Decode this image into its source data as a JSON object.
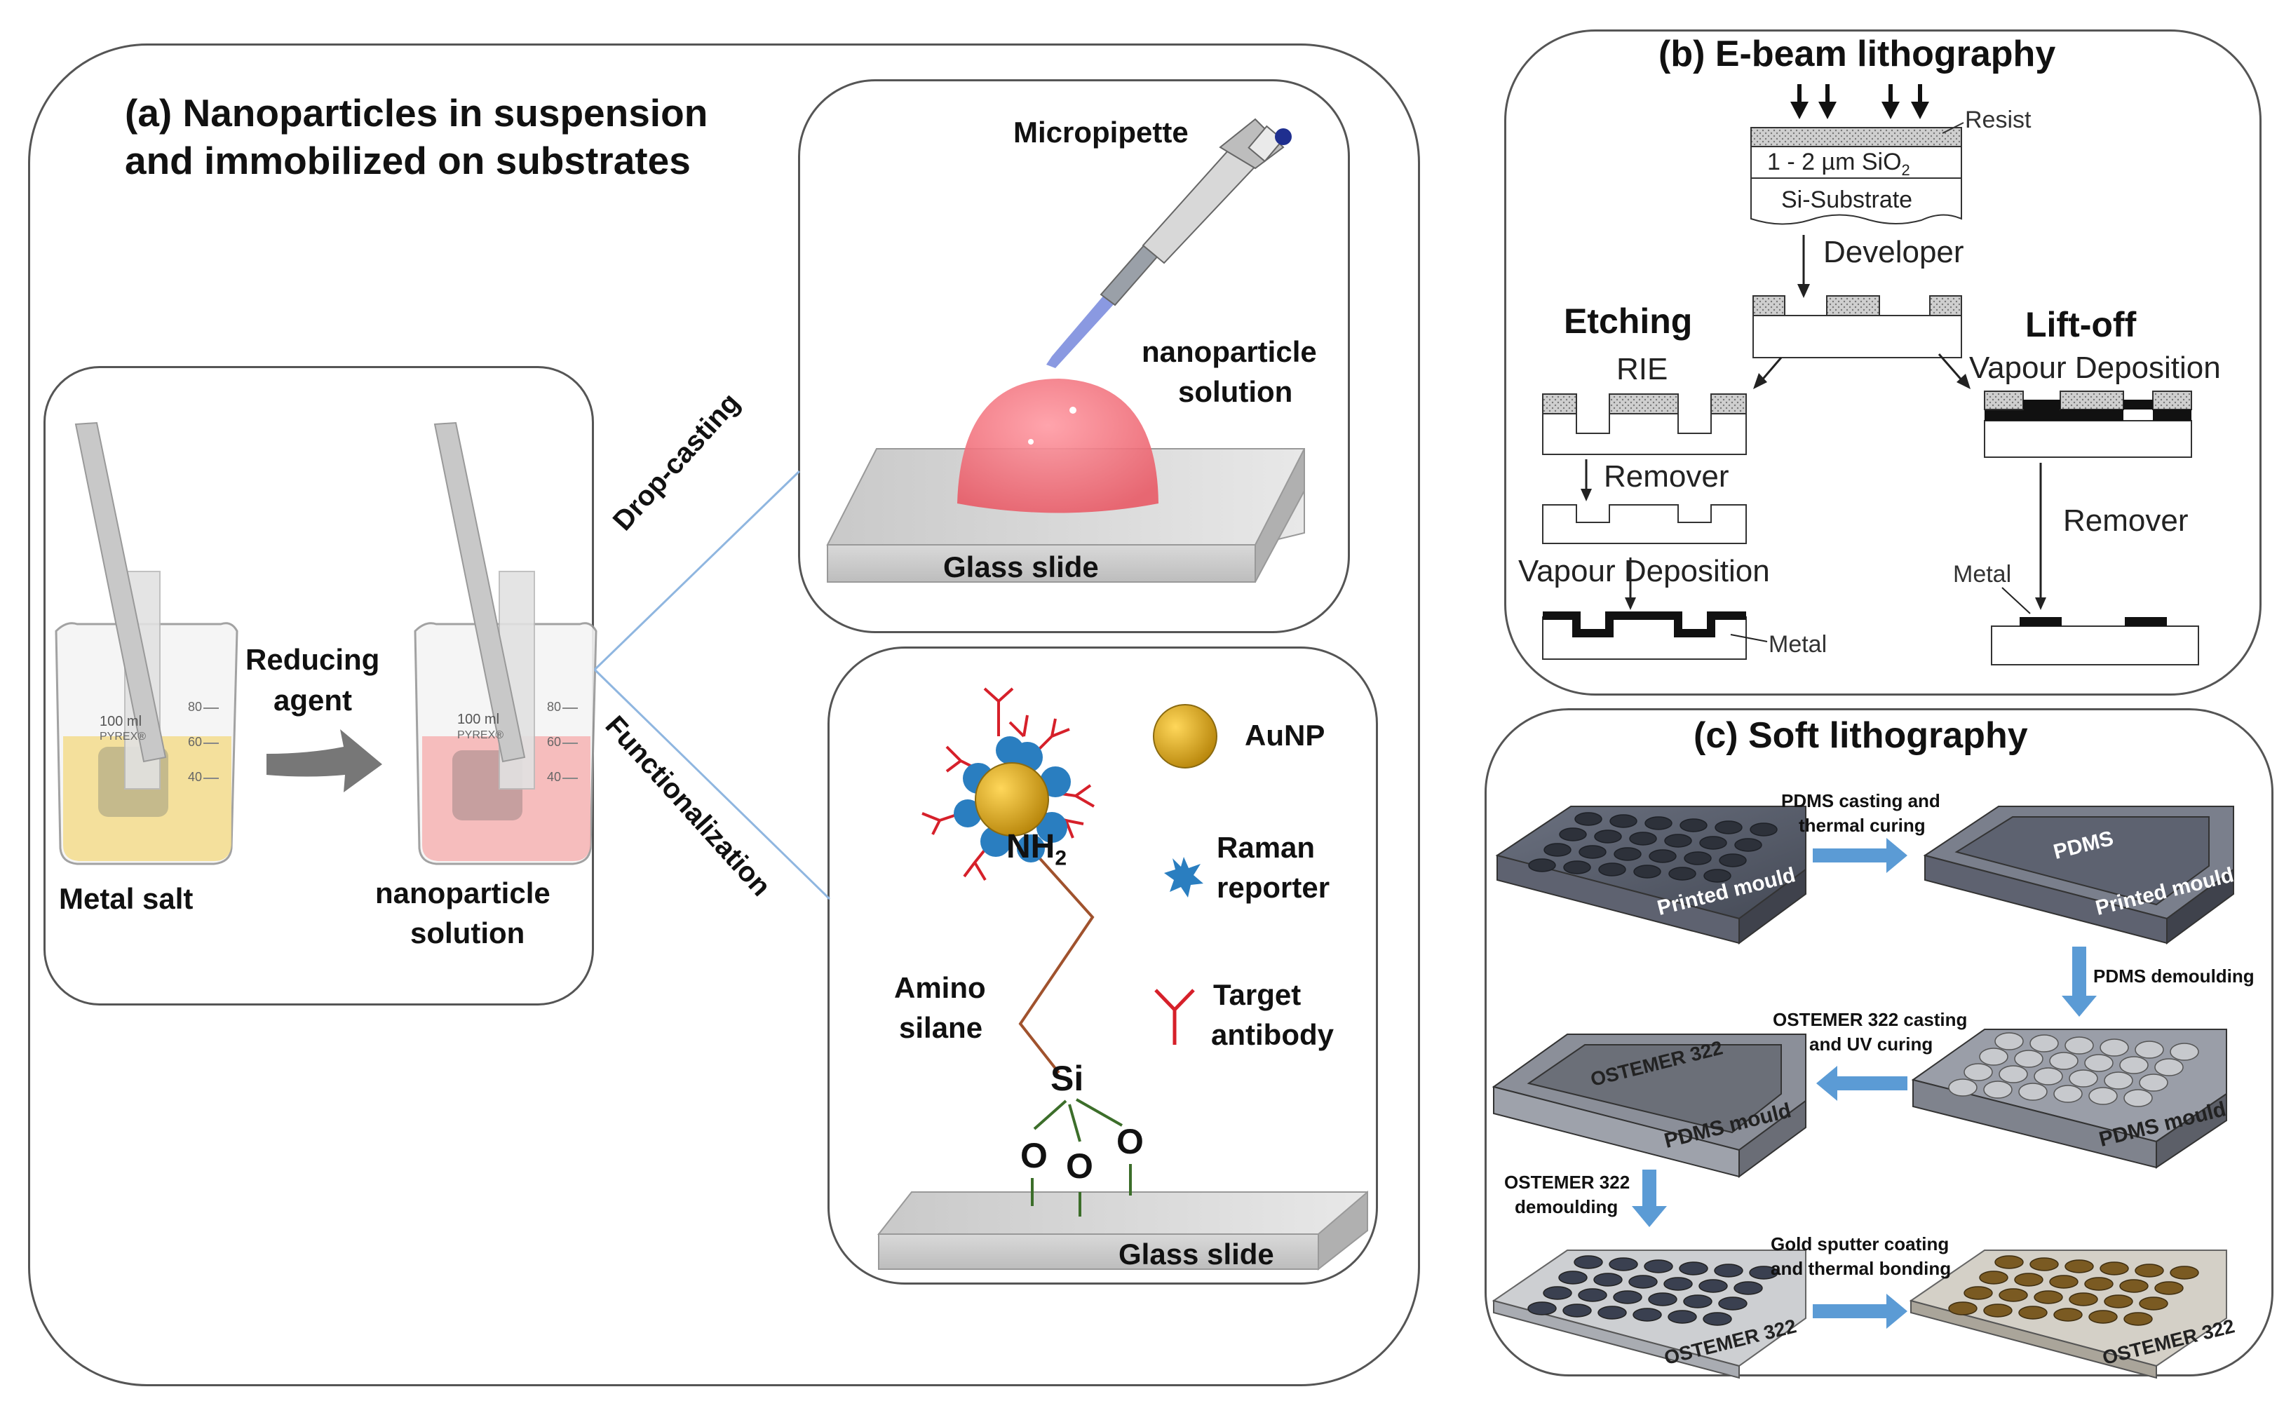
{
  "panel_a": {
    "title_line1": "(a)  Nanoparticles  in  suspension",
    "title_line2": "and immobilized  on substrates",
    "reducing_agent_line1": "Reducing",
    "reducing_agent_line2": "agent",
    "metal_salt": "Metal  salt",
    "np_solution_line1": "nanoparticle",
    "np_solution_line2": "solution",
    "beaker_volume": "100 ml",
    "beaker_brand": "PYREX®",
    "beaker_marks": [
      "80",
      "60",
      "40"
    ],
    "drop_casting": "Drop-casting",
    "functionalization": "Functionalization",
    "micropipette": "Micropipette",
    "drop_np_line1": "nanoparticle",
    "drop_np_line2": "solution",
    "glass_slide_top": "Glass  slide",
    "glass_slide_bottom": "Glass  slide",
    "nh2_main": "NH",
    "nh2_sub": "2",
    "amino_line1": "Amino",
    "amino_line2": "silane",
    "si": "Si",
    "oxygen": "O",
    "legend_aunp": "AuNP",
    "legend_raman_line1": "Raman",
    "legend_raman_line2": "reporter",
    "legend_target_line1": "Target",
    "legend_target_line2": "antibody"
  },
  "panel_b": {
    "title": "(b) E-beam lithography",
    "resist": "Resist",
    "sio2_main": "1 - 2 µm SiO",
    "sio2_sub": "2",
    "substrate": "Si-Substrate",
    "developer": "Developer",
    "etching": "Etching",
    "rie": "RIE",
    "remover_left": "Remover",
    "vapour_left": "Vapour Deposition",
    "metal_left": "Metal",
    "liftoff": "Lift-off",
    "vapour_right": "Vapour Deposition",
    "remover_right": "Remover",
    "metal_right": "Metal"
  },
  "panel_c": {
    "title": "(c) Soft lithography",
    "step1_line1": "PDMS casting and",
    "step1_line2": "thermal curing",
    "step2": "PDMS demoulding",
    "step3_line1": "OSTEMER 322 casting",
    "step3_line2": "and UV curing",
    "step4_line1": "OSTEMER 322",
    "step4_line2": "demoulding",
    "step5_line1": "Gold sputter coating",
    "step5_line2": "and thermal bonding",
    "label_printed_mould_1": "Printed mould",
    "label_printed_mould_2": "Printed mould",
    "label_pdms_top": "PDMS",
    "label_pdms_mould_1": "PDMS mould",
    "label_pdms_mould_2": "PDMS mould",
    "label_ostemer_top": "OSTEMER 322",
    "label_ostemer_1": "OSTEMER 322",
    "label_ostemer_2": "OSTEMER 322"
  },
  "colors": {
    "border": "#555555",
    "arrow_blue": "#5b9bd5",
    "pink_drop": "#ef6f7a",
    "gold": "#d4a017",
    "raman_blue": "#2a7ec0",
    "antibody_red": "#d6202a",
    "linker_brown": "#a0522d",
    "o_green": "#3c6e2a",
    "yellow_liquid": "#f3dc8c",
    "pink_liquid": "#f6b3b3",
    "gold_chip": "#8a6a2a"
  }
}
